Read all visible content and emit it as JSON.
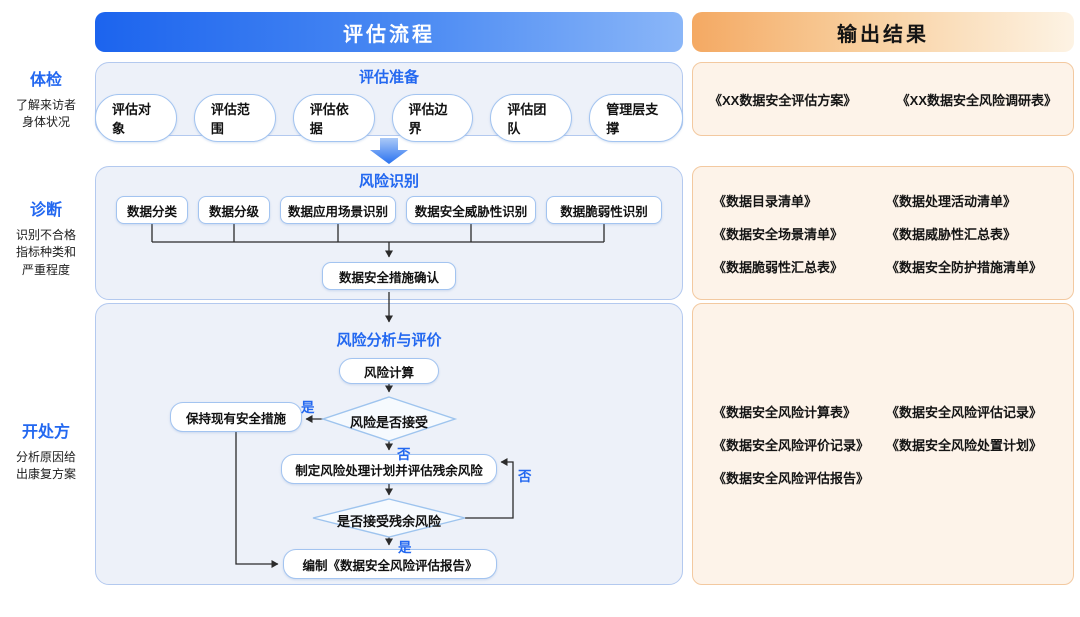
{
  "headers": {
    "process": "评估流程",
    "output": "输出结果"
  },
  "sidebar": {
    "stages": [
      {
        "title": "体检",
        "desc": "了解来访者\n身体状况"
      },
      {
        "title": "诊断",
        "desc": "识别不合格\n指标种类和\n严重程度"
      },
      {
        "title": "开处方",
        "desc": "分析原因给\n出康复方案"
      }
    ]
  },
  "prepare": {
    "title": "评估准备",
    "pills": [
      "评估对象",
      "评估范围",
      "评估依据",
      "评估边界",
      "评估团队",
      "管理层支撑"
    ]
  },
  "identify": {
    "title": "风险识别",
    "boxes": [
      "数据分类",
      "数据分级",
      "数据应用场景识别",
      "数据安全威胁性识别",
      "数据脆弱性识别"
    ],
    "confirm": "数据安全措施确认"
  },
  "analysis": {
    "title": "风险分析与评价",
    "calc_box": "风险计算",
    "decision_accept": "风险是否接受",
    "keep_box": "保持现有安全措施",
    "plan_box": "制定风险处理计划并评估残余风险",
    "decision_residual": "是否接受残余风险",
    "report_box": "编制《数据安全风险评估报告》",
    "yes_label": "是",
    "no_label": "否"
  },
  "outputs": {
    "prepare_docs": [
      "《XX数据安全评估方案》",
      "《XX数据安全风险调研表》"
    ],
    "identify_docs": [
      "《数据目录清单》",
      "《数据处理活动清单》",
      "《数据安全场景清单》",
      "《数据威胁性汇总表》",
      "《数据脆弱性汇总表》",
      "《数据安全防护措施清单》"
    ],
    "analysis_docs": [
      "《数据安全风险计算表》",
      "《数据安全风险评估记录》",
      "《数据安全风险评价记录》",
      "《数据安全风险处置计划》",
      "《数据安全风险评估报告》"
    ]
  },
  "colors": {
    "accent_blue": "#2368f0",
    "header_blue_start": "#1c64ee",
    "header_blue_end": "#8ab6f8",
    "header_orange_start": "#f4a963",
    "header_orange_end": "#fdf3e4",
    "panel_blue_bg": "#edf1f9",
    "panel_blue_border": "#b3c9ef",
    "panel_orange_bg": "#fdf3e9",
    "panel_orange_border": "#f3c9a0",
    "box_border": "#a3c4f0",
    "connector_line": "#2b2b2b"
  }
}
